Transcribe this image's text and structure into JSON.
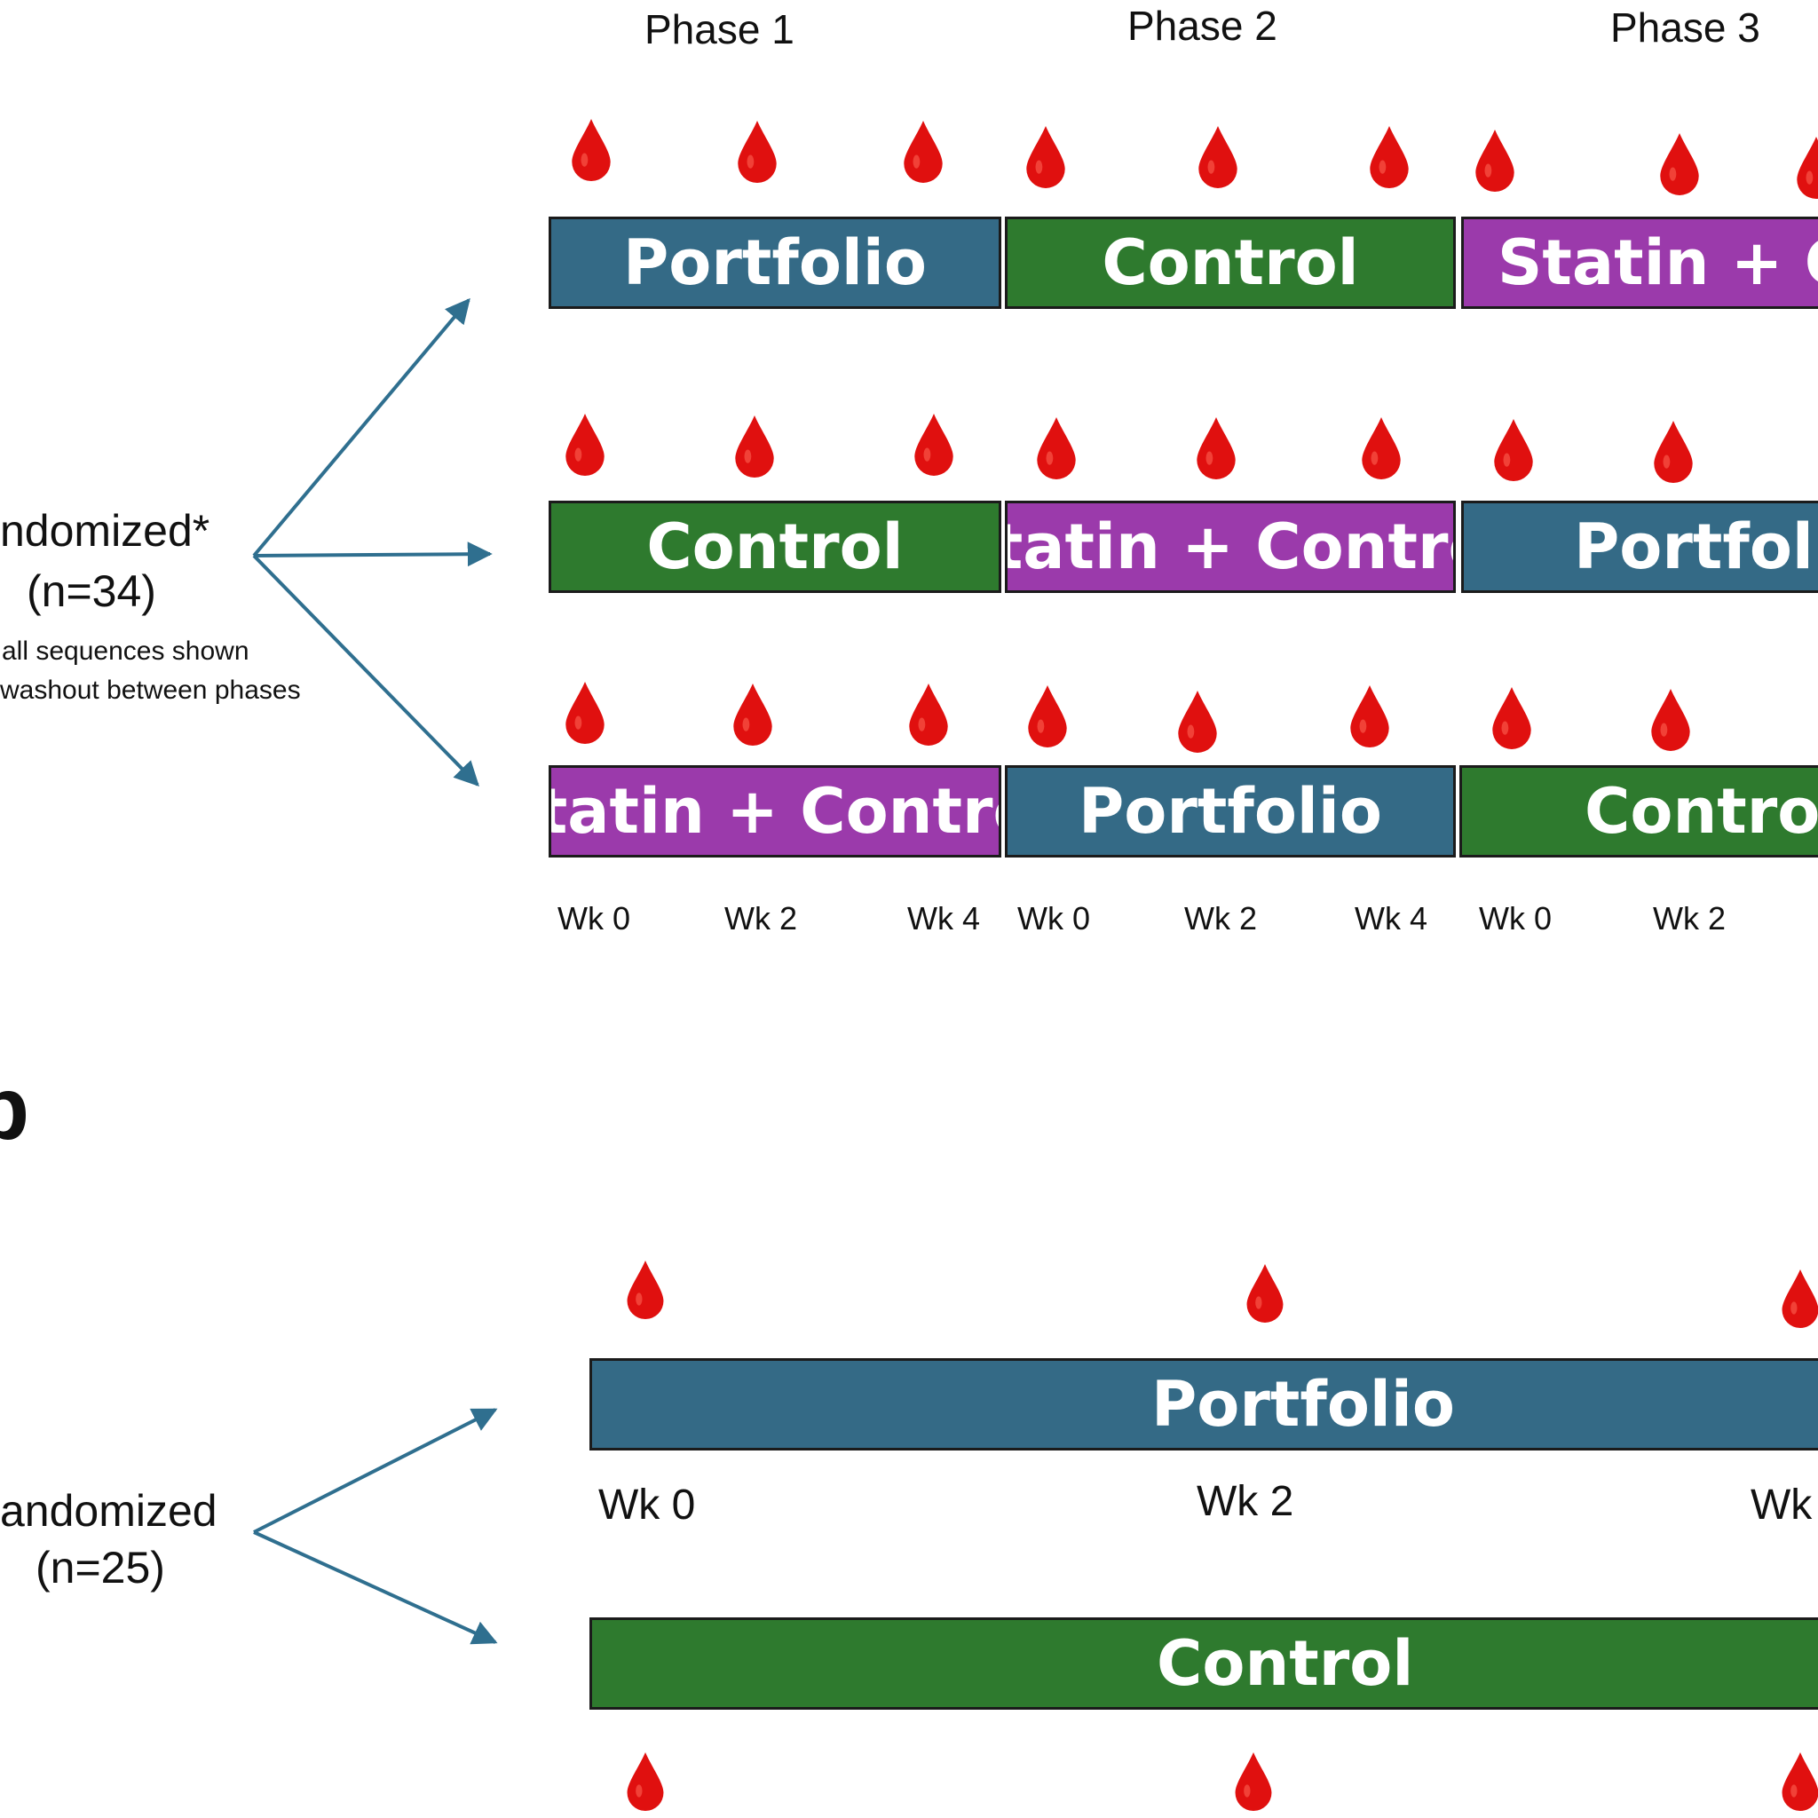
{
  "panel_a": {
    "phases": [
      "Phase 1",
      "Phase 2",
      "Phase 3"
    ],
    "rows": [
      {
        "arms": [
          "Portfolio",
          "Control",
          "Statin + Control"
        ]
      },
      {
        "arms": [
          "Control",
          "Statin + Control",
          "Portfolio"
        ]
      },
      {
        "arms": [
          "Statin + Control",
          "Portfolio",
          "Control"
        ]
      }
    ],
    "weeks": [
      "Wk 0",
      "Wk 2",
      "Wk 4",
      "Wk 0",
      "Wk 2",
      "Wk 4",
      "Wk 0",
      "Wk 2"
    ],
    "randomized_label": "ndomized*",
    "randomized_n": "(n=34)",
    "note_line1": "all sequences shown",
    "note_line2": "washout between phases"
  },
  "panel_b": {
    "letter": "b",
    "arms": [
      "Portfolio",
      "Control"
    ],
    "weeks": [
      "Wk 0",
      "Wk 2",
      "Wk"
    ],
    "randomized_label": "andomized",
    "randomized_n": "(n=25)"
  },
  "colors": {
    "portfolio": "#346a86",
    "control": "#2e7a2e",
    "statin_control": "#9b3aab",
    "arrow": "#2f6f8f",
    "drop": "#e0100f"
  },
  "icons": [
    "blood-drop-icon",
    "arrow-icon"
  ]
}
